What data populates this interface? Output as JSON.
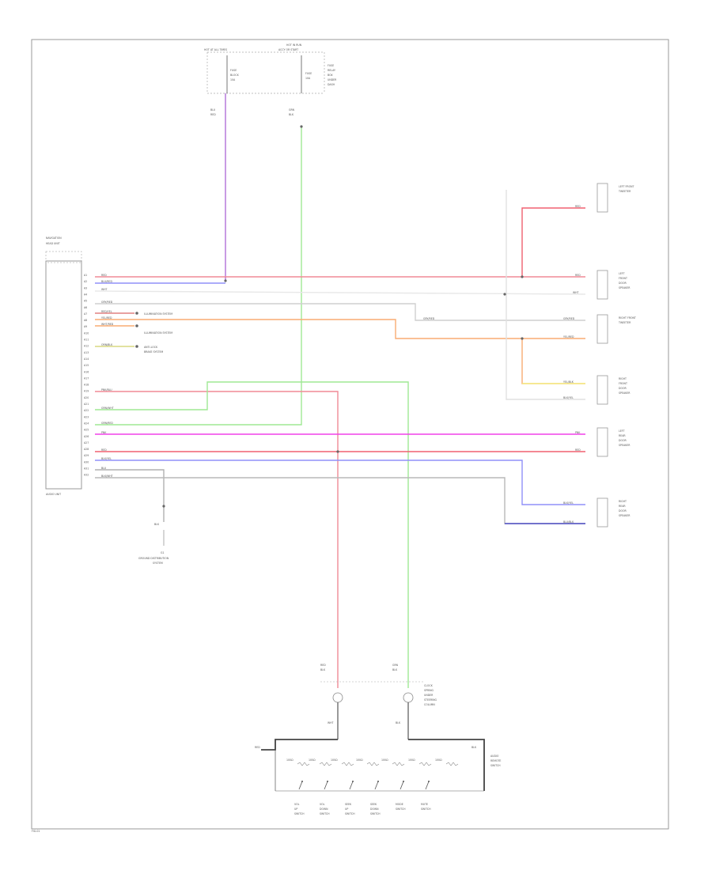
{
  "diagram": {
    "figure_code": "FIG-01",
    "radio_module": {
      "title_1": "NAVIGATION",
      "title_2": "HEAD UNIT",
      "footer": "AUDIO UNIT"
    },
    "top_junction": {
      "left_header": "HOT AT ALL TIMES",
      "right_header_1": "HOT IN RUN",
      "right_header_2": "ACCY OR START",
      "left_fuse_lines": [
        "FUSE",
        "BLOCK",
        "10A"
      ],
      "right_fuse_lines": [
        "FUSE",
        "10A"
      ],
      "right_side_lines": [
        "FUSE",
        "RELAY",
        "BOX",
        "UNDER",
        "DASH"
      ],
      "left_wire_label_1": "BLU",
      "left_wire_label_2": "RED",
      "right_wire_label_1": "GRN",
      "right_wire_label_2": "BLK"
    },
    "pins": [
      "A1",
      "A2",
      "A3",
      "A4",
      "A5",
      "A6",
      "A7",
      "A8",
      "A9",
      "A10",
      "A11",
      "A12",
      "A13",
      "A14",
      "A15",
      "A16",
      "A17",
      "A18",
      "A19",
      "A20",
      "A21",
      "A22",
      "A23",
      "A24",
      "A25",
      "A26",
      "A27",
      "A28",
      "A29",
      "A30",
      "A31",
      "A32"
    ],
    "wire_labels": {
      "w1": "RED",
      "w2": "BLU/RED",
      "w3": "WHT",
      "w4": "GRY/RED",
      "w5": "RED/YEL",
      "w6": "YEL/RED",
      "w7": "WHT/RED",
      "w8": "ORN/BLK",
      "w9": "PNK/BLU",
      "w10": "GRN/WHT",
      "w11": "GRN/RED",
      "w12": "PNK",
      "w13": "RED",
      "w14": "BLK/YEL",
      "w15": "BLU",
      "w16": "BLK/WHT"
    },
    "side_notes": {
      "note1": "ILLUMINATION SYSTEM",
      "note2": "ILLUMINATION SYSTEM",
      "note3_1": "ANTI-LOCK",
      "note3_2": "BRAKE SYSTEM"
    },
    "components": {
      "lf_tweeter": [
        "LEFT FRONT",
        "TWEETER"
      ],
      "lf_speaker": [
        "LEFT",
        "FRONT",
        "DOOR",
        "SPEAKER"
      ],
      "rf_tweeter": [
        "RIGHT FRONT",
        "TWEETER"
      ],
      "rf_speaker": [
        "RIGHT",
        "FRONT",
        "DOOR",
        "SPEAKER"
      ],
      "lr_speaker": [
        "LEFT",
        "REAR",
        "DOOR",
        "SPEAKER"
      ],
      "rr_speaker": [
        "RIGHT",
        "REAR",
        "DOOR",
        "SPEAKER"
      ]
    },
    "speaker_wire_labels": {
      "s1": "RED",
      "s2": "RED",
      "s3": "WHT",
      "s4": "GRY/RED",
      "s5": "GRY/RED",
      "s6": "YEL/RED",
      "s7": "YEL/BLK",
      "s8": "BLK/YEL",
      "s9": "PNK",
      "s10": "RED",
      "s11": "BLK/YEL",
      "s12": "BLU/BLK"
    },
    "ground": {
      "wire": "BLK",
      "label_1": "G1",
      "label_2": "GROUND DISTRIBUTION",
      "label_3": "SYSTEM"
    },
    "steering": {
      "left_wire": "RED",
      "left_wire_2": "BLK",
      "right_wire": "GRN",
      "right_wire_2": "BLK",
      "connector_lines": [
        "CLOCK",
        "SPRING",
        "UNDER",
        "STEERING",
        "COLUMN"
      ],
      "left_lead": "WHT",
      "right_lead": "BLK",
      "bottom_left": "RED",
      "bottom_right": "BLK",
      "switch_caption": [
        "AUDIO",
        "REMOTE",
        "SWITCH"
      ],
      "resistor_labels": [
        "100Ω",
        "100Ω",
        "100Ω",
        "100Ω",
        "100Ω",
        "100Ω",
        "100Ω"
      ],
      "switches": [
        [
          "VOL",
          "UP",
          "SWITCH"
        ],
        [
          "VOL",
          "DOWN",
          "SWITCH"
        ],
        [
          "SEEK",
          "UP",
          "SWITCH"
        ],
        [
          "SEEK",
          "DOWN",
          "SWITCH"
        ],
        [
          "MODE",
          "SWITCH"
        ],
        [
          "MUTE",
          "SWITCH"
        ]
      ]
    },
    "colors": {
      "red": "#f08a96",
      "purple": "#b070d8",
      "green": "#9fe894",
      "orange": "#f8ac72",
      "magenta": "#f040e8",
      "blue": "#9090f8",
      "darkblue": "#5050c8",
      "gray": "#b8b8b8",
      "yellow": "#f5ee86",
      "darkred": "#d04060",
      "lightgray": "#dcdcdc"
    }
  }
}
